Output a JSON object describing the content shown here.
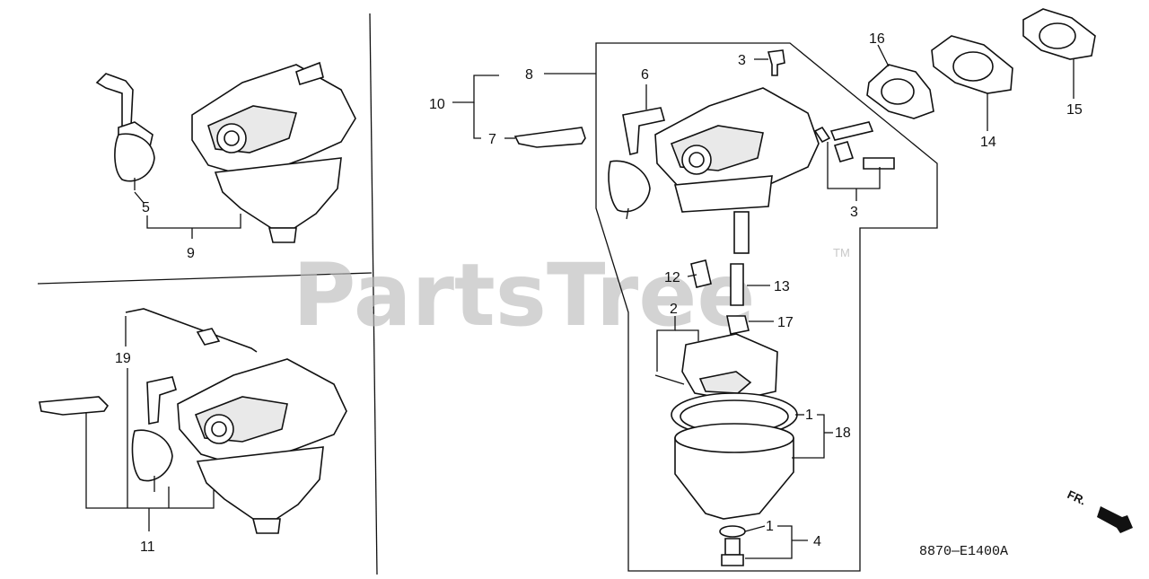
{
  "watermark": {
    "text": "PartsTree",
    "trademark": "TM"
  },
  "diagram_code": "8870—E1400A",
  "direction_label": "FR.",
  "callouts": {
    "c1a": "1",
    "c1b": "1",
    "c2": "2",
    "c3a": "3",
    "c3b": "3",
    "c4": "4",
    "c5": "5",
    "c6": "6",
    "c7": "7",
    "c8": "8",
    "c9": "9",
    "c10": "10",
    "c11": "11",
    "c12": "12",
    "c13": "13",
    "c14": "14",
    "c15": "15",
    "c16": "16",
    "c17": "17",
    "c18": "18",
    "c19": "19"
  }
}
